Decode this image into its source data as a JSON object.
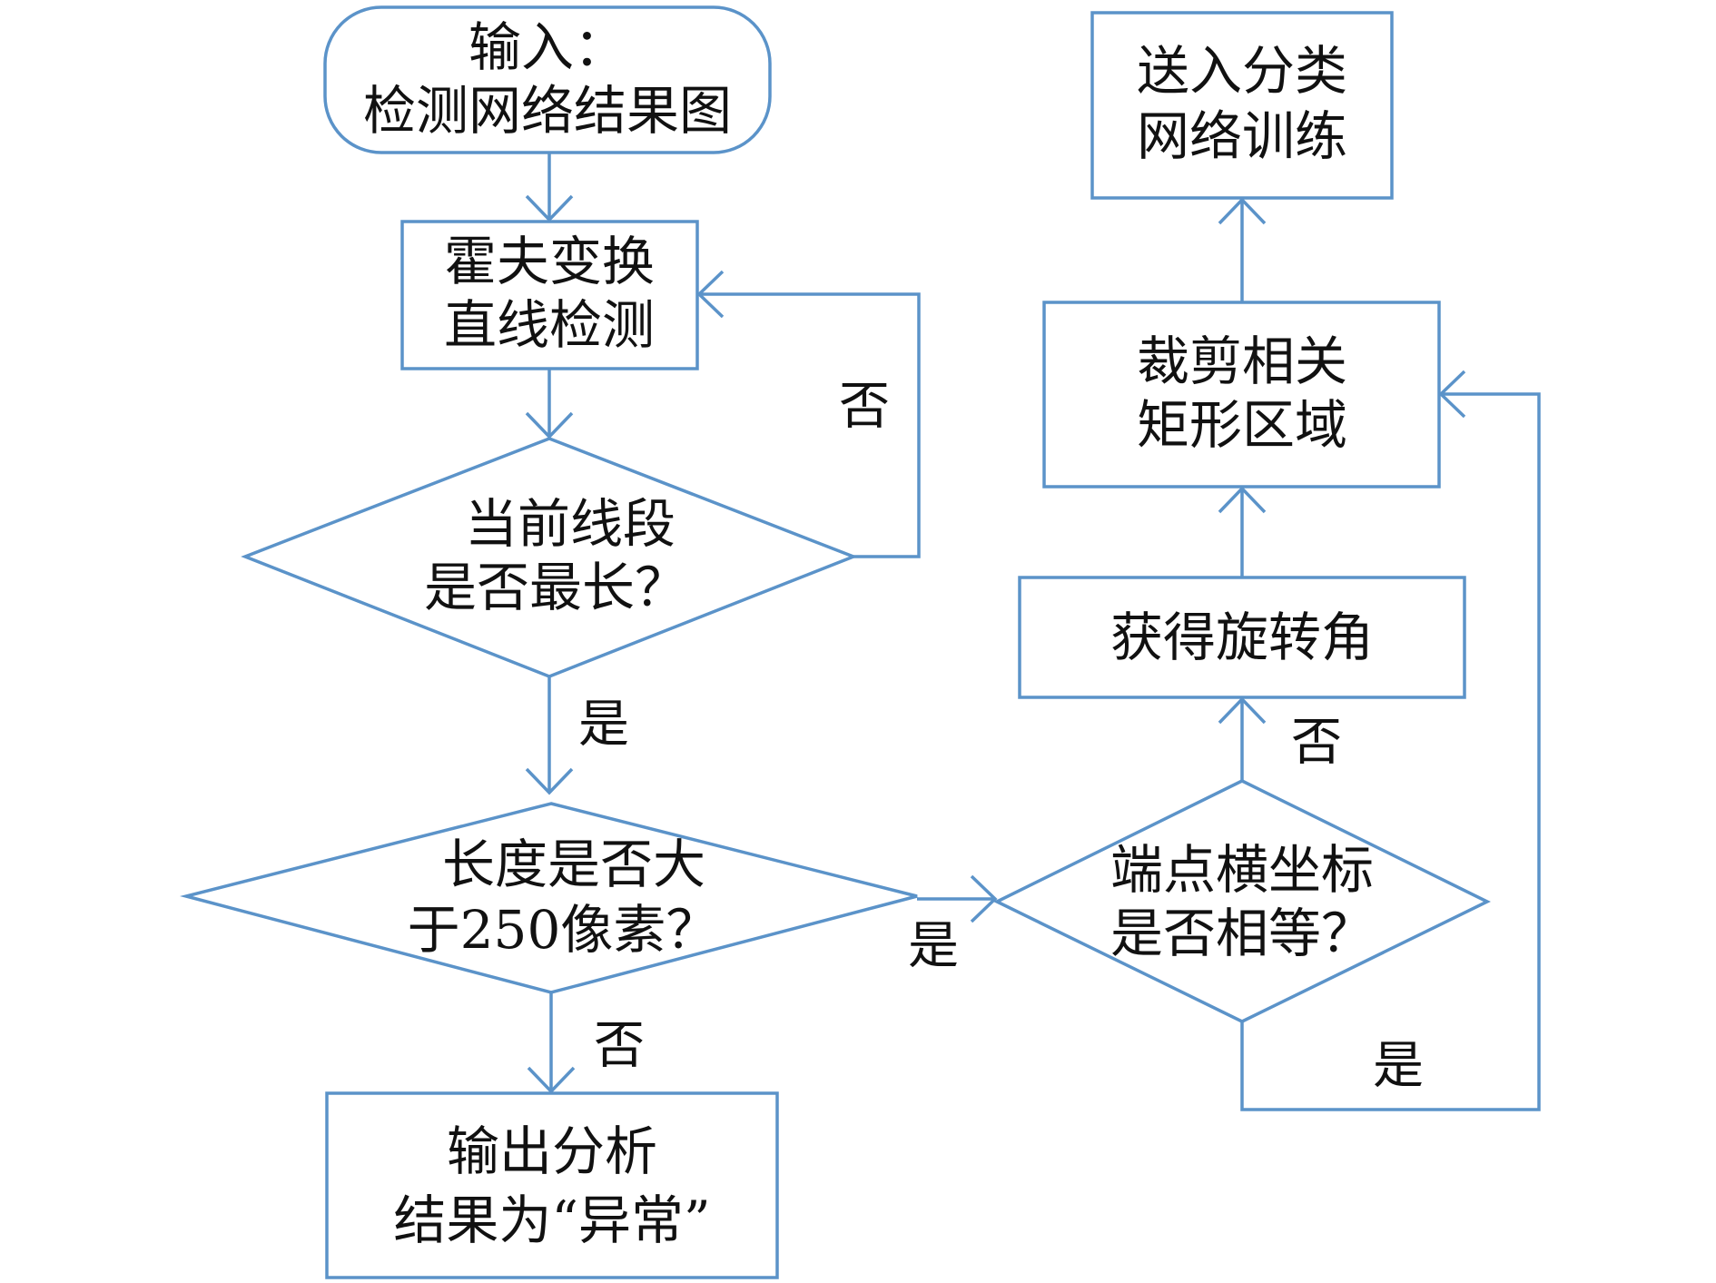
{
  "nodes": {
    "start": {
      "line1": "输入：",
      "line2": "检测网络结果图"
    },
    "hough": {
      "line1": "霍夫变换",
      "line2": "直线检测"
    },
    "longest": {
      "line1": "当前线段",
      "line2": "是否最长？"
    },
    "length": {
      "line1": "长度是否大",
      "line2": "于250像素？"
    },
    "abnormal": {
      "line1": "输出分析",
      "line2": "结果为“异常”"
    },
    "endpoints": {
      "line1": "端点横坐标",
      "line2": "是否相等？"
    },
    "rotation": {
      "line1": "获得旋转角"
    },
    "crop": {
      "line1": "裁剪相关",
      "line2": "矩形区域"
    },
    "classify": {
      "line1": "送入分类",
      "line2": "网络训练"
    }
  },
  "edge_labels": {
    "longest_no": "否",
    "longest_yes": "是",
    "length_yes": "是",
    "length_no": "否",
    "endpoints_no": "否",
    "endpoints_yes": "是"
  },
  "colors": {
    "stroke": "#5b93c9",
    "text": "#111111",
    "background": "#ffffff"
  }
}
